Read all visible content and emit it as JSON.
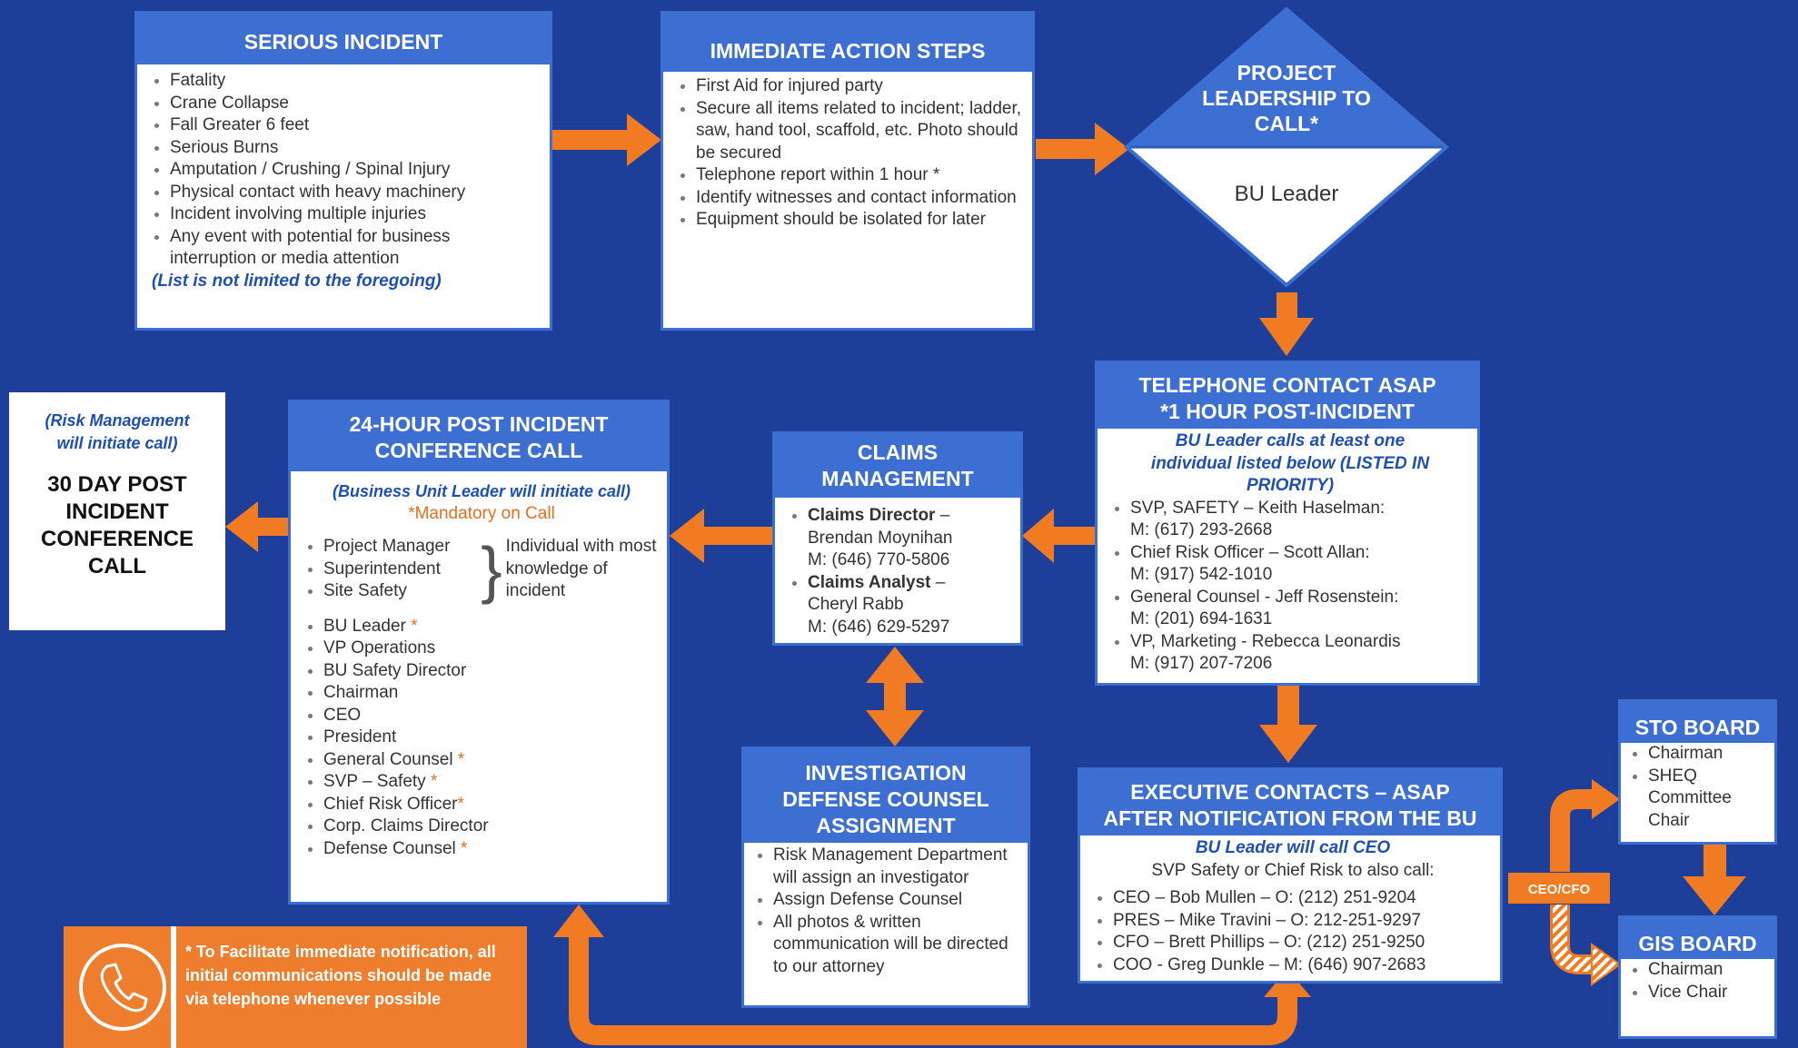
{
  "serious_incident": {
    "title": "SERIOUS INCIDENT",
    "items": [
      "Fatality",
      "Crane Collapse",
      "Fall Greater 6 feet",
      "Serious Burns",
      "Amputation / Crushing / Spinal Injury",
      "Physical contact with heavy machinery",
      "Incident involving multiple injuries",
      "Any event with potential for business interruption or media attention"
    ],
    "note": "(List is not limited to the foregoing)"
  },
  "immediate_action": {
    "title": "IMMEDIATE ACTION STEPS",
    "items": [
      "First Aid for injured party",
      "Secure all items related to incident; ladder, saw, hand tool, scaffold, etc. Photo should be secured",
      "Telephone report within 1 hour *",
      "Identify witnesses and contact information",
      "Equipment should be isolated for later"
    ]
  },
  "project_leadership": {
    "title": "PROJECT LEADERSHIP TO CALL*",
    "role": "BU Leader"
  },
  "telephone_contact": {
    "title_line1": "TELEPHONE CONTACT ASAP",
    "title_line2": "*1 HOUR POST-INCIDENT",
    "note": "BU Leader calls at least one individual listed below (LISTED IN PRIORITY)",
    "contacts": [
      {
        "name": "SVP, SAFETY – Keith Haselman:",
        "phone": "M: (617) 293-2668"
      },
      {
        "name": "Chief Risk Officer – Scott Allan:",
        "phone": "M: (917) 542-1010"
      },
      {
        "name": "General Counsel - Jeff Rosenstein:",
        "phone": "M: (201) 694-1631"
      },
      {
        "name": "VP, Marketing - Rebecca Leonardis",
        "phone": "M: (917) 207-7206"
      }
    ]
  },
  "claims": {
    "title": "CLAIMS MANAGEMENT",
    "entries": [
      {
        "role": "Claims Director",
        "name": "Brendan Moynihan",
        "phone": "M: (646) 770-5806"
      },
      {
        "role": "Claims Analyst",
        "name": "Cheryl Rabb",
        "phone": "M: (646) 629-5297"
      }
    ]
  },
  "conference_24h": {
    "title": "24-HOUR POST INCIDENT CONFERENCE CALL",
    "note": "(Business Unit Leader will initiate call)",
    "mandatory": "*Mandatory on Call",
    "group": [
      "Project Manager",
      "Superintendent",
      "Site Safety"
    ],
    "group_note": "Individual with most knowledge of incident",
    "attendees": [
      "BU Leader",
      "VP Operations",
      "BU Safety Director",
      "Chairman",
      "CEO",
      "President",
      "General Counsel",
      "SVP – Safety",
      "Chief Risk Officer",
      "Corp. Claims Director",
      "Defense Counsel"
    ],
    "starred": [
      true,
      false,
      false,
      false,
      false,
      false,
      true,
      true,
      true,
      false,
      true
    ]
  },
  "day30": {
    "note": "(Risk Management will initiate call)",
    "title": "30 DAY POST INCIDENT CONFERENCE CALL"
  },
  "investigation": {
    "title": "INVESTIGATION DEFENSE COUNSEL ASSIGNMENT",
    "items": [
      "Risk Management Department will assign an investigator",
      "Assign Defense Counsel",
      "All photos & written communication will be directed to our attorney"
    ]
  },
  "executive": {
    "title": "EXECUTIVE CONTACTS – ASAP AFTER NOTIFICATION FROM THE BU",
    "note": "BU Leader will call CEO",
    "subnote": "SVP Safety or Chief Risk to also call:",
    "contacts": [
      "CEO – Bob Mullen – O: (212) 251-9204",
      "PRES – Mike Travini – O: 212-251-9297",
      "CFO – Brett Phillips – O: (212) 251-9250",
      "COO - Greg Dunkle – M: (646) 907-2683"
    ]
  },
  "ceo_cfo_label": "CEO/CFO",
  "sto_board": {
    "title": "STO BOARD",
    "items": [
      "Chairman",
      "SHEQ Committee Chair"
    ]
  },
  "gis_board": {
    "title": "GIS BOARD",
    "items": [
      "Chairman",
      "Vice Chair"
    ]
  },
  "phone_note": "* To Facilitate immediate notification, all initial communications should be made via telephone whenever possible",
  "colors": {
    "background": "#1d3e99",
    "header_blue": "#3c6fd1",
    "arrow_orange": "#f07b22",
    "note_orange": "#ee7d2d"
  }
}
